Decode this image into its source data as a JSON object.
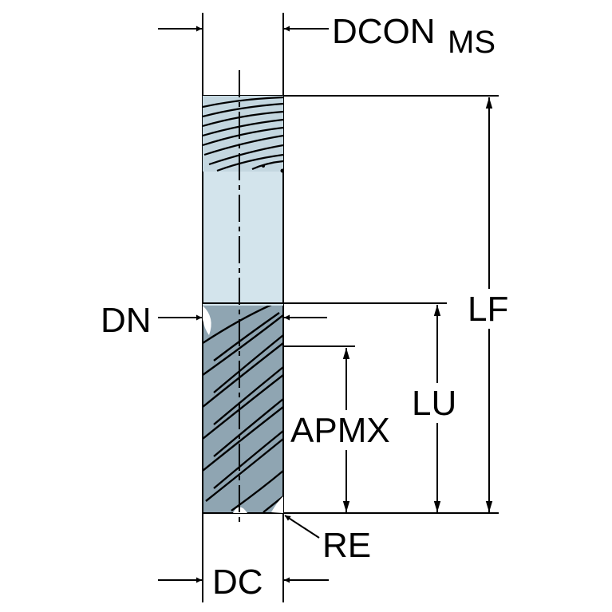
{
  "labels": {
    "dcon_main": "DCON",
    "dcon_sub": "MS",
    "dn": "DN",
    "lf": "LF",
    "lu": "LU",
    "apmx": "APMX",
    "re": "RE",
    "dc": "DC"
  },
  "colors": {
    "shank_fill": "#d3e4ec",
    "flute_fill": "#8fa5b2",
    "line": "#000000",
    "background": "#ffffff"
  }
}
